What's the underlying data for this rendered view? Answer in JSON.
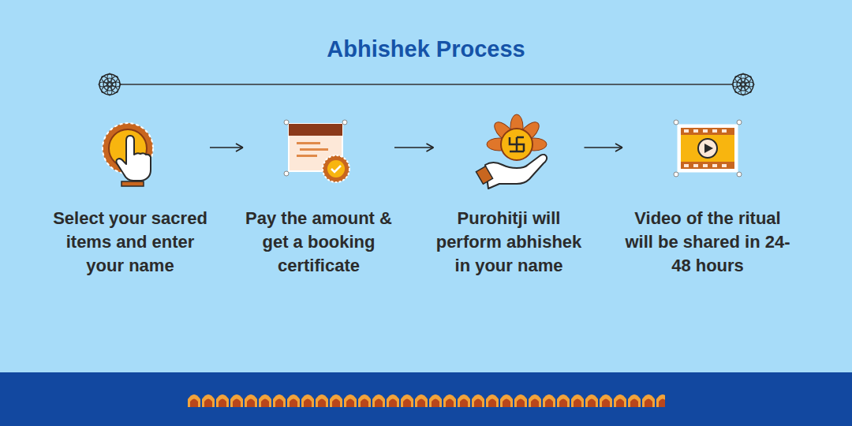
{
  "diagram": {
    "title": "Abhishek Process",
    "nodes": [
      {
        "text": [
          "Select your sacred items and enter your name"
        ]
      },
      {
        "text": [
          "Pay the amount & get a booking certificate"
        ]
      },
      {
        "text": [
          "Purohitji will perform abhishek in your name"
        ]
      },
      {
        "text": [
          "Video of the ritual will be shared in 24-48 hours"
        ]
      }
    ],
    "edges": [
      {
        "from": 0,
        "to": 1,
        "arrow": "to"
      },
      {
        "from": 1,
        "to": 2,
        "arrow": "to"
      },
      {
        "from": 2,
        "to": 3,
        "arrow": "to"
      }
    ]
  }
}
